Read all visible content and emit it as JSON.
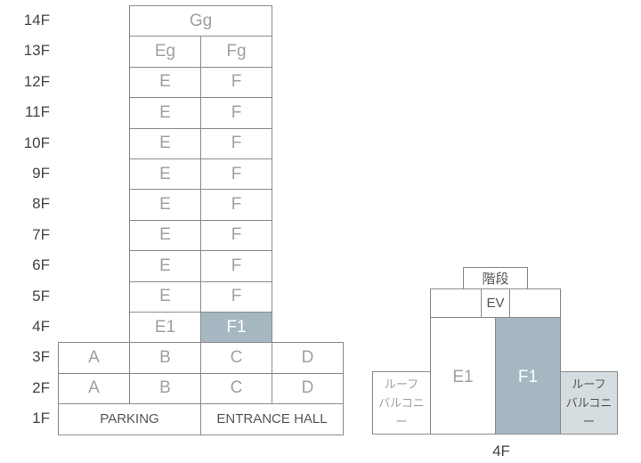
{
  "elevation": {
    "floors": [
      {
        "label": "14F",
        "units": [
          "Gg"
        ]
      },
      {
        "label": "13F",
        "units": [
          "Eg",
          "Fg"
        ]
      },
      {
        "label": "12F",
        "units": [
          "E",
          "F"
        ]
      },
      {
        "label": "11F",
        "units": [
          "E",
          "F"
        ]
      },
      {
        "label": "10F",
        "units": [
          "E",
          "F"
        ]
      },
      {
        "label": "9F",
        "units": [
          "E",
          "F"
        ]
      },
      {
        "label": "8F",
        "units": [
          "E",
          "F"
        ]
      },
      {
        "label": "7F",
        "units": [
          "E",
          "F"
        ]
      },
      {
        "label": "6F",
        "units": [
          "E",
          "F"
        ]
      },
      {
        "label": "5F",
        "units": [
          "E",
          "F"
        ]
      },
      {
        "label": "4F",
        "units": [
          "E1",
          "F1"
        ]
      },
      {
        "label": "3F",
        "units": [
          "A",
          "B",
          "C",
          "D"
        ]
      },
      {
        "label": "2F",
        "units": [
          "A",
          "B",
          "C",
          "D"
        ]
      },
      {
        "label": "1F",
        "units": [
          "PARKING",
          "ENTRANCE HALL"
        ]
      }
    ],
    "highlighted": "F1"
  },
  "plan": {
    "title": "4F",
    "stairs": "階段",
    "elevator": "EV",
    "unit_e1": "E1",
    "unit_f1": "F1",
    "balcony_left": [
      "ルーフ",
      "バルコニー"
    ],
    "balcony_right": [
      "ルーフ",
      "バルコニー"
    ]
  },
  "colors": {
    "highlight": "#a5b7c0",
    "highlight_light": "#d5dde1"
  }
}
